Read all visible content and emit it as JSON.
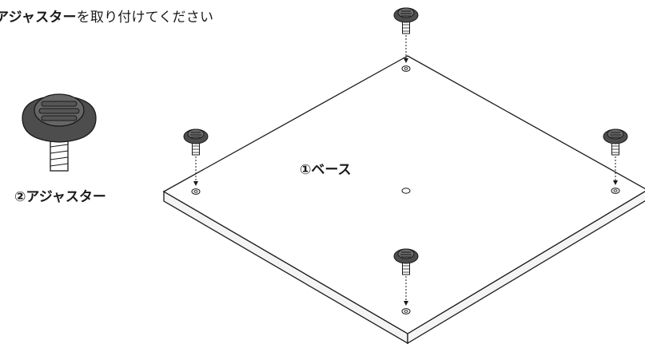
{
  "instruction": {
    "highlight": "アジャスター",
    "rest": "を取り付けてください"
  },
  "parts": {
    "base_label": "①ベース",
    "adjuster_label": "②アジャスター"
  },
  "colors": {
    "line": "#1a1a1a",
    "adjuster_dark": "#4d4d4d",
    "adjuster_light": "#6a6a6a",
    "base_top": "#ffffff",
    "base_side": "#f2f2f2"
  },
  "icons": [
    "adjuster-foot-icon",
    "screw-hole-icon",
    "arrow-down-icon"
  ]
}
